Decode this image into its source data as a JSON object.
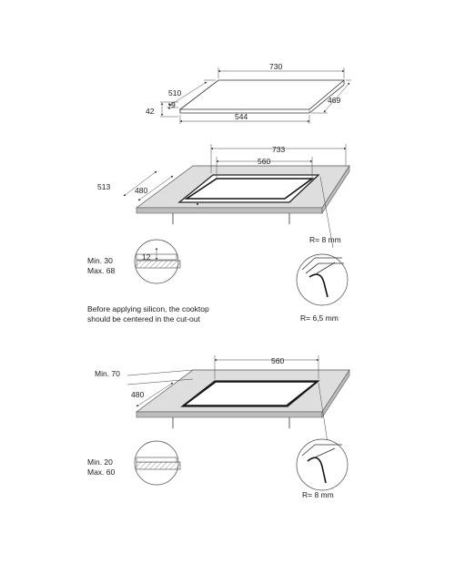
{
  "cooktop": {
    "width": "730",
    "depth": "510",
    "height": "42",
    "thickness": "9",
    "front_width": "544",
    "side_depth": "469"
  },
  "flush_mount": {
    "cutout_width_outer": "733",
    "cutout_width_inner": "560",
    "cutout_depth_outer": "513",
    "cutout_depth_inner": "480",
    "corner_radius_outer": "R= 8 mm",
    "corner_radius_inner": "R= 6,5 mm",
    "rebate_depth": "12",
    "worktop_min": "Min. 30",
    "worktop_max": "Max. 68",
    "note_line1": "Before applying silicon, the cooktop",
    "note_line2": "should be centered in the cut-out"
  },
  "surface_mount": {
    "cutout_width": "560",
    "cutout_depth": "480",
    "clearance_min": "Min. 70",
    "corner_radius": "R= 8 mm",
    "worktop_min": "Min. 20",
    "worktop_max": "Max. 60"
  }
}
